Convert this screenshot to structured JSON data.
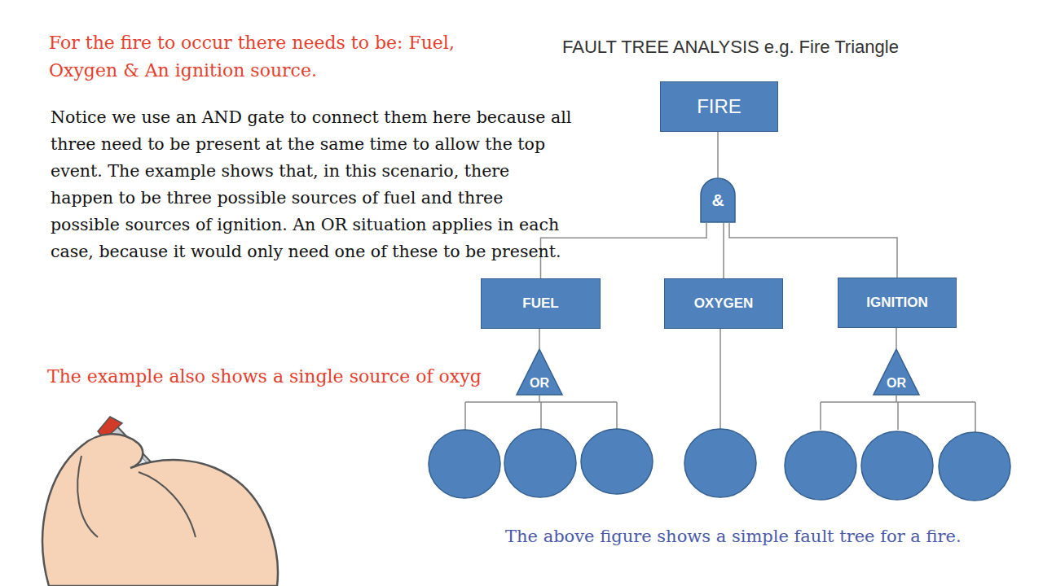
{
  "diagram": {
    "title": "FAULT TREE ANALYSIS e.g. Fire Triangle",
    "caption": "The above figure shows a simple fault tree for a fire.",
    "nodes": [
      {
        "text": [
          "FIRE"
        ]
      },
      {
        "text": [
          "&"
        ]
      },
      {
        "text": [
          "FUEL"
        ]
      },
      {
        "text": [
          "OXYGEN"
        ]
      },
      {
        "text": [
          "IGNITION"
        ]
      },
      {
        "text": [
          "OR"
        ]
      },
      {
        "text": [
          "OR"
        ]
      }
    ],
    "edges": [
      {
        "from": 0,
        "to": 1,
        "arrow": "none"
      },
      {
        "from": 1,
        "to": 2,
        "arrow": "none"
      },
      {
        "from": 1,
        "to": 3,
        "arrow": "none"
      },
      {
        "from": 1,
        "to": 4,
        "arrow": "none"
      },
      {
        "from": 2,
        "to": 5,
        "arrow": "none"
      },
      {
        "from": 4,
        "to": 6,
        "arrow": "none"
      }
    ],
    "labels": [
      "For the fire to occur there needs to be: Fuel, Oxygen & An ignition source.",
      "Notice we use an AND gate to connect them here because all three need to be present at the same time to allow the top event. The example shows that, in this scenario, there happen to be three possible sources of fuel and three possible sources of ignition. An OR situation applies in each case, because it would only need one of these to be present.",
      "The example also shows a single source of oxyg"
    ]
  }
}
